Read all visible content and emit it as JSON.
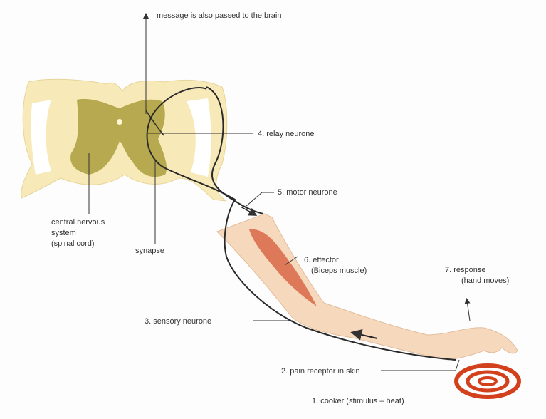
{
  "labels": {
    "brain": "message is also passed to the brain",
    "relay": "4. relay neurone",
    "motor": "5. motor neurone",
    "cns_line1": "central nervous",
    "cns_line2": "system",
    "cns_line3": "(spinal cord)",
    "synapse": "synapse",
    "effector_line1": "6. effector",
    "effector_line2": "(Biceps muscle)",
    "response_line1": "7. response",
    "response_line2": "(hand moves)",
    "sensory": "3. sensory neurone",
    "receptor": "2. pain receptor in skin",
    "cooker": "1. cooker (stimulus – heat)"
  },
  "colors": {
    "white_matter": "#f7eab8",
    "grey_matter": "#b6a94f",
    "skin": "#f6d9bd",
    "muscle": "#dd7858",
    "coil": "#d3401c",
    "neurone": "#2a2a2a"
  }
}
